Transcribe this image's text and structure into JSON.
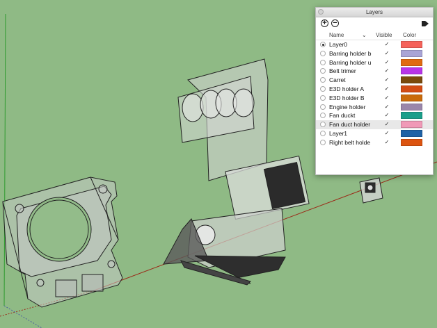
{
  "panel": {
    "title": "Layers",
    "headers": {
      "name": "Name",
      "visible": "Visible",
      "color": "Color"
    },
    "check_glyph": "✓"
  },
  "layers": [
    {
      "name": "Layer0",
      "active": true,
      "visible": true,
      "color": "#f5625a"
    },
    {
      "name": "Barring holder b",
      "active": false,
      "visible": true,
      "color": "#a9a4d6"
    },
    {
      "name": "Barring holder u",
      "active": false,
      "visible": true,
      "color": "#e06a10"
    },
    {
      "name": "Belt trimer",
      "active": false,
      "visible": true,
      "color": "#b734e8"
    },
    {
      "name": "Carret",
      "active": false,
      "visible": true,
      "color": "#7a4a0c"
    },
    {
      "name": "E3D holder A",
      "active": false,
      "visible": true,
      "color": "#d24c14"
    },
    {
      "name": "E3D holder B",
      "active": false,
      "visible": true,
      "color": "#c96a0a"
    },
    {
      "name": "Engine holder",
      "active": false,
      "visible": true,
      "color": "#9a86aa"
    },
    {
      "name": "Fan duckt",
      "active": false,
      "visible": true,
      "color": "#1a9e8a"
    },
    {
      "name": "Fan duct holder",
      "active": false,
      "visible": true,
      "color": "#f099b7",
      "selected": true
    },
    {
      "name": "Layer1",
      "active": false,
      "visible": true,
      "color": "#1f62a6"
    },
    {
      "name": "Right belt holde",
      "active": false,
      "visible": true,
      "color": "#dc5410"
    }
  ]
}
